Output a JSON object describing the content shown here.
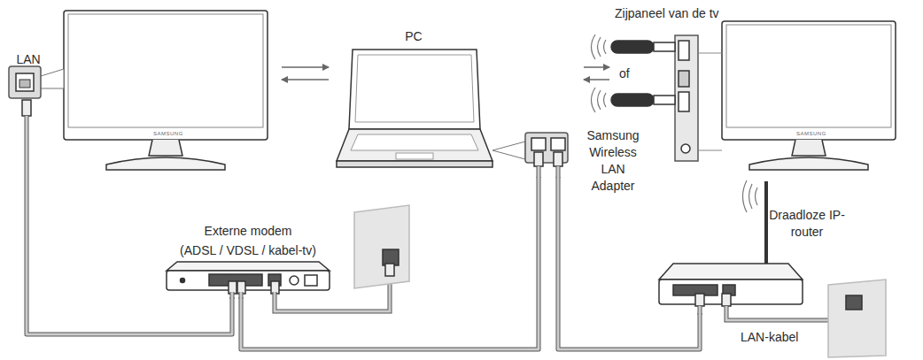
{
  "diagram": {
    "nodes": [
      {
        "text": [
          "LAN"
        ]
      },
      {
        "text": [
          "PC"
        ]
      },
      {
        "text": [
          "Zijpaneel van de tv"
        ]
      },
      {
        "text": [
          "Samsung Wireless LAN Adapter"
        ]
      },
      {
        "text": [
          "Externe modem",
          "(ADSL / VDSL / kabel-tv)"
        ]
      },
      {
        "text": [
          "Draadloze IP-router"
        ]
      }
    ],
    "edges": [
      {
        "from": 0,
        "to": 1,
        "arrow": "both"
      },
      {
        "from": 1,
        "to": 2,
        "arrow": "both"
      },
      {
        "from": 0,
        "to": 4,
        "arrow": "none"
      },
      {
        "from": 4,
        "to": 1,
        "arrow": "none"
      },
      {
        "from": 1,
        "to": 5,
        "arrow": "none"
      }
    ],
    "labels": [
      "of",
      "LAN-kabel",
      "SAMSUNG",
      "SAMSUNG"
    ]
  }
}
